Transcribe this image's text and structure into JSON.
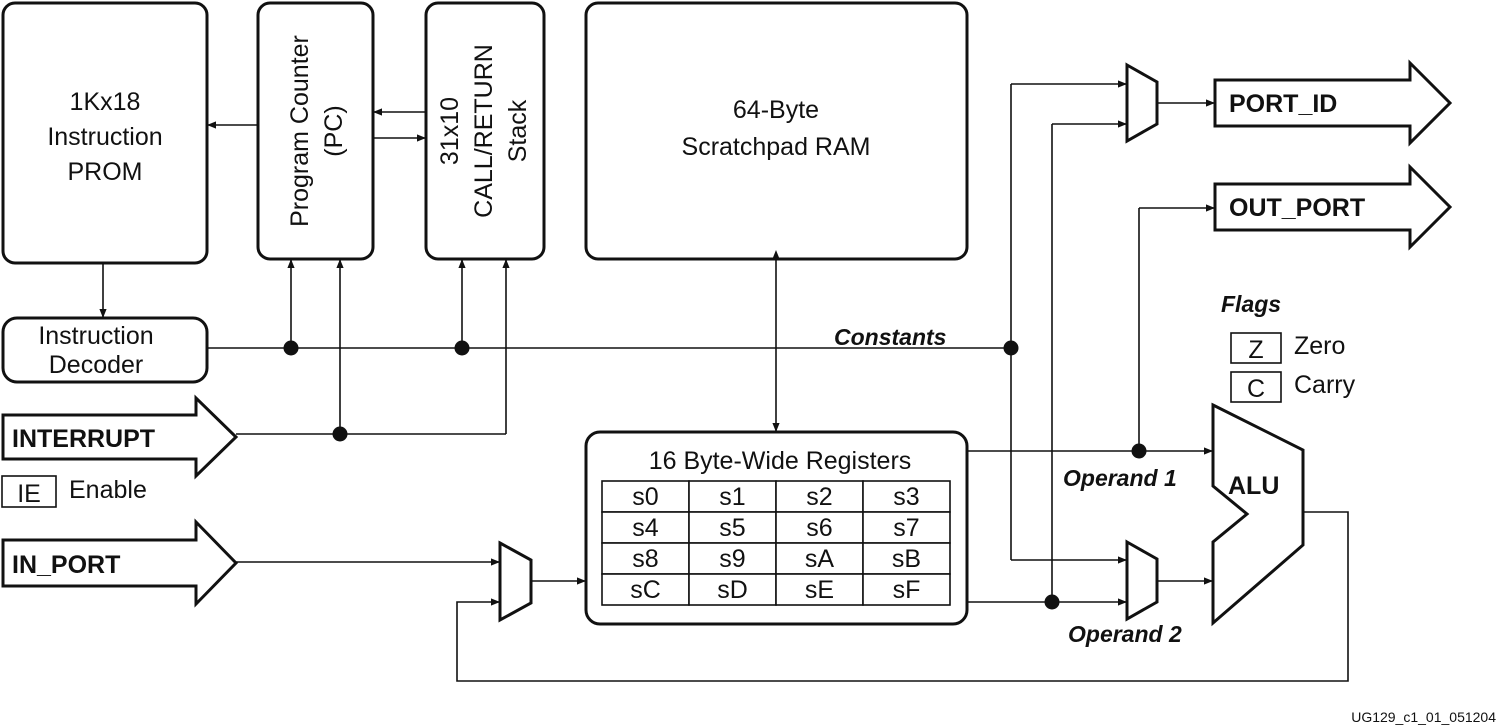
{
  "blocks": {
    "prom": [
      "1Kx18",
      "Instruction",
      "PROM"
    ],
    "pc": [
      "Program Counter",
      "(PC)"
    ],
    "stack": [
      "31x10",
      "CALL/RETURN",
      "Stack"
    ],
    "scratchpad": [
      "64-Byte",
      "Scratchpad RAM"
    ],
    "decoder": [
      "Instruction",
      "Decoder"
    ],
    "registers_title": "16 Byte-Wide Registers",
    "registers": [
      [
        "s0",
        "s1",
        "s2",
        "s3"
      ],
      [
        "s4",
        "s5",
        "s6",
        "s7"
      ],
      [
        "s8",
        "s9",
        "sA",
        "sB"
      ],
      [
        "sC",
        "sD",
        "sE",
        "sF"
      ]
    ],
    "alu": "ALU"
  },
  "ports": {
    "interrupt": "INTERRUPT",
    "in_port": "IN_PORT",
    "port_id": "PORT_ID",
    "out_port": "OUT_PORT"
  },
  "labels": {
    "constants": "Constants",
    "operand1": "Operand 1",
    "operand2": "Operand 2",
    "flags": "Flags"
  },
  "flags": [
    {
      "key": "Z",
      "label": "Zero"
    },
    {
      "key": "C",
      "label": "Carry"
    }
  ],
  "enable": {
    "key": "IE",
    "label": "Enable"
  },
  "caption": "UG129_c1_01_051204"
}
